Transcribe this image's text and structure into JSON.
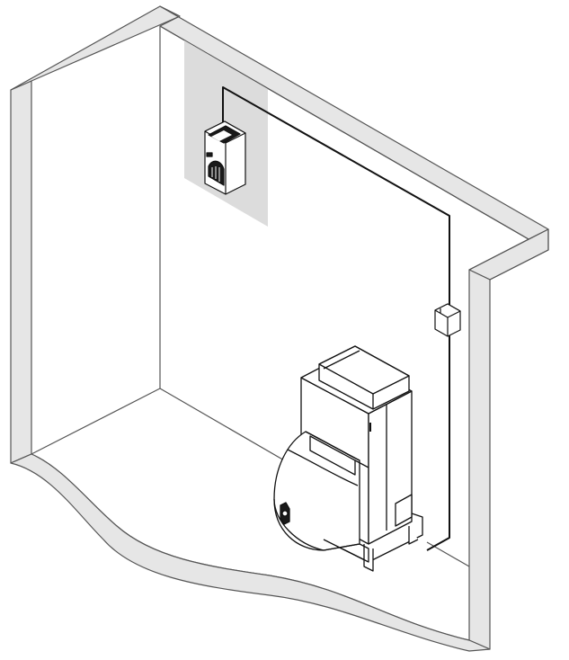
{
  "colors": {
    "wall_fill": "#e6e6e6",
    "wall_stroke": "#555555",
    "panel_fill": "#dcdcdc",
    "line": "#111111",
    "appliance_fill": "#ffffff",
    "dark_part": "#1a1a1a"
  },
  "components": {
    "room": "room-corner",
    "controller": "wall-mounted-controller",
    "junction_box": "junction-box",
    "appliance": "floor-standing-unit",
    "cable": "connection-cable"
  }
}
